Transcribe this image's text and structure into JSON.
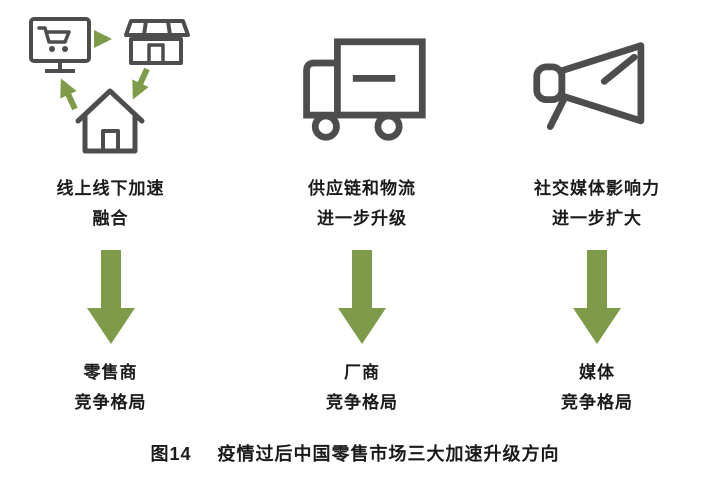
{
  "figure": {
    "caption_label": "图14",
    "caption_title": "疫情过后中国零售市场三大加速升级方向"
  },
  "colors": {
    "arrow_green": "#7d9b49",
    "icon_gray": "#4d4d4d",
    "text": "#1a1a1a"
  },
  "columns": [
    {
      "icons": [
        "monitor-cart-icon",
        "storefront-icon",
        "house-icon",
        "cycle-arrows-icon"
      ],
      "heading_line1": "线上线下加速",
      "heading_line2": "融合",
      "result_line1": "零售商",
      "result_line2": "竞争格局"
    },
    {
      "icons": [
        "truck-icon"
      ],
      "heading_line1": "供应链和物流",
      "heading_line2": "进一步升级",
      "result_line1": "厂商",
      "result_line2": "竞争格局"
    },
    {
      "icons": [
        "megaphone-icon"
      ],
      "heading_line1": "社交媒体影响力",
      "heading_line2": "进一步扩大",
      "result_line1": "媒体",
      "result_line2": "竞争格局"
    }
  ]
}
